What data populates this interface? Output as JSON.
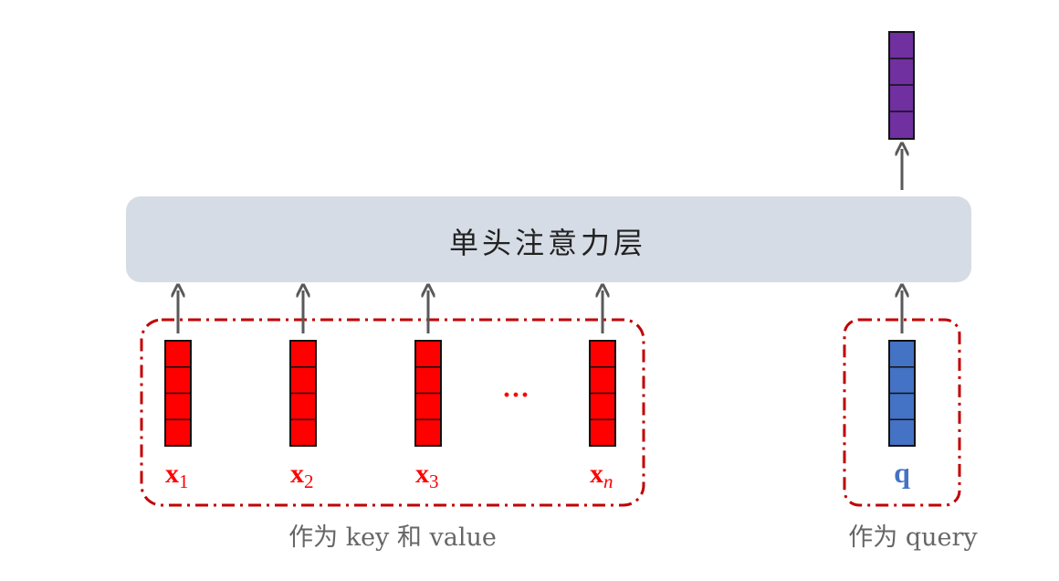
{
  "layer": {
    "label": "单头注意力层"
  },
  "inputs": {
    "items": [
      {
        "name": "x",
        "sub": "1"
      },
      {
        "name": "x",
        "sub": "2"
      },
      {
        "name": "x",
        "sub": "3"
      },
      {
        "name": "x",
        "sub": "n"
      }
    ],
    "ellipsis": "···",
    "caption": "作为 key 和 value"
  },
  "query": {
    "label": "q",
    "caption": "作为 query"
  },
  "colors": {
    "input_vector": "#ff0000",
    "query_vector": "#4472c4",
    "output_vector": "#7030a0",
    "layer_fill": "#d6dce5",
    "group_border": "#c00000",
    "arrow": "#595959"
  }
}
